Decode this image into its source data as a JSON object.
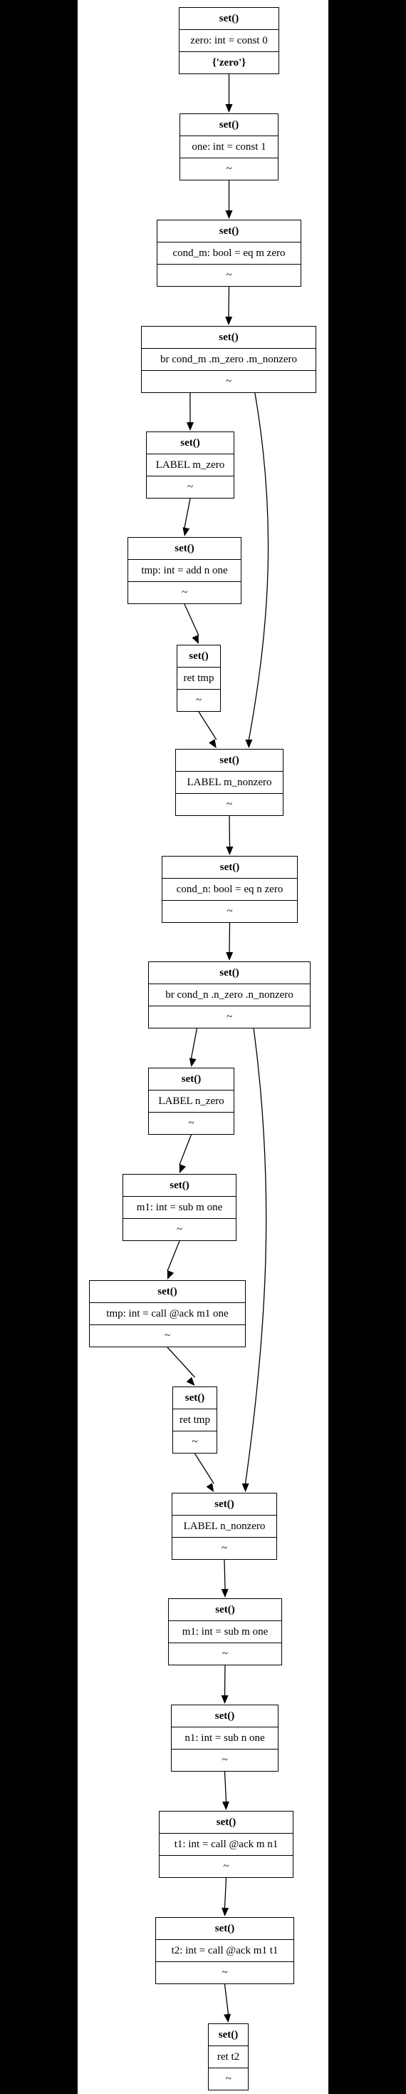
{
  "nodes": [
    {
      "id": "n0",
      "title": "set()",
      "body": "zero: int = const 0",
      "footer": "{'zero'}",
      "footer_bold": true
    },
    {
      "id": "n1",
      "title": "set()",
      "body": "one: int = const 1",
      "footer": "~"
    },
    {
      "id": "n2",
      "title": "set()",
      "body": "cond_m: bool = eq m zero",
      "footer": "~"
    },
    {
      "id": "n3",
      "title": "set()",
      "body": "br cond_m .m_zero .m_nonzero",
      "footer": "~"
    },
    {
      "id": "n4",
      "title": "set()",
      "body": "LABEL m_zero",
      "footer": "~"
    },
    {
      "id": "n5",
      "title": "set()",
      "body": "tmp: int = add n one",
      "footer": "~"
    },
    {
      "id": "n6",
      "title": "set()",
      "body": "ret tmp",
      "footer": "~"
    },
    {
      "id": "n7",
      "title": "set()",
      "body": "LABEL m_nonzero",
      "footer": "~"
    },
    {
      "id": "n8",
      "title": "set()",
      "body": "cond_n: bool = eq n zero",
      "footer": "~"
    },
    {
      "id": "n9",
      "title": "set()",
      "body": "br cond_n .n_zero .n_nonzero",
      "footer": "~"
    },
    {
      "id": "n10",
      "title": "set()",
      "body": "LABEL n_zero",
      "footer": "~"
    },
    {
      "id": "n11",
      "title": "set()",
      "body": "m1: int = sub m one",
      "footer": "~"
    },
    {
      "id": "n12",
      "title": "set()",
      "body": "tmp: int = call @ack m1 one",
      "footer": "~"
    },
    {
      "id": "n13",
      "title": "set()",
      "body": "ret tmp",
      "footer": "~"
    },
    {
      "id": "n14",
      "title": "set()",
      "body": "LABEL n_nonzero",
      "footer": "~"
    },
    {
      "id": "n15",
      "title": "set()",
      "body": "m1: int = sub m one",
      "footer": "~"
    },
    {
      "id": "n16",
      "title": "set()",
      "body": "n1: int = sub n one",
      "footer": "~"
    },
    {
      "id": "n17",
      "title": "set()",
      "body": "t1: int = call @ack m n1",
      "footer": "~"
    },
    {
      "id": "n18",
      "title": "set()",
      "body": "t2: int = call @ack m1 t1",
      "footer": "~"
    },
    {
      "id": "n19",
      "title": "set()",
      "body": "ret t2",
      "footer": "~"
    }
  ],
  "edges": [
    {
      "from": "n0",
      "to": "n1"
    },
    {
      "from": "n1",
      "to": "n2"
    },
    {
      "from": "n2",
      "to": "n3"
    },
    {
      "from": "n3",
      "to": "n4"
    },
    {
      "from": "n3",
      "to": "n7"
    },
    {
      "from": "n4",
      "to": "n5"
    },
    {
      "from": "n5",
      "to": "n6"
    },
    {
      "from": "n6",
      "to": "n7"
    },
    {
      "from": "n7",
      "to": "n8"
    },
    {
      "from": "n8",
      "to": "n9"
    },
    {
      "from": "n9",
      "to": "n10"
    },
    {
      "from": "n9",
      "to": "n14"
    },
    {
      "from": "n10",
      "to": "n11"
    },
    {
      "from": "n11",
      "to": "n12"
    },
    {
      "from": "n12",
      "to": "n13"
    },
    {
      "from": "n13",
      "to": "n14"
    },
    {
      "from": "n14",
      "to": "n15"
    },
    {
      "from": "n15",
      "to": "n16"
    },
    {
      "from": "n16",
      "to": "n17"
    },
    {
      "from": "n17",
      "to": "n18"
    },
    {
      "from": "n18",
      "to": "n19"
    }
  ]
}
